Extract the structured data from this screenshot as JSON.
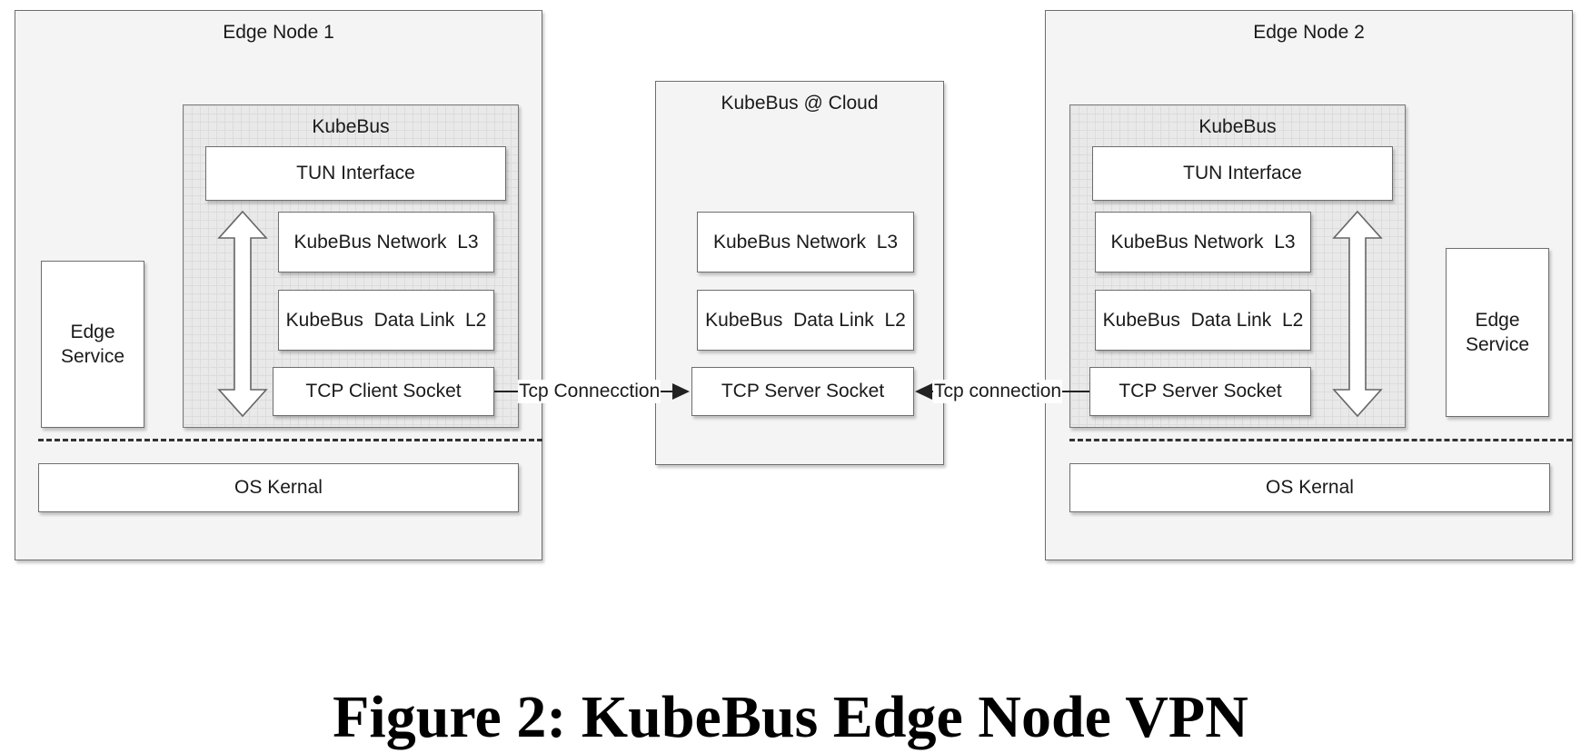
{
  "left_node": {
    "title": "Edge Node 1",
    "edge_service": "Edge\nService",
    "kubebus": {
      "title": "KubeBus",
      "tun": "TUN Interface",
      "network": "KubeBus Network  L3",
      "datalink": "KubeBus  Data Link  L2",
      "socket": "TCP Client Socket"
    },
    "os": "OS Kernal"
  },
  "cloud": {
    "title": "KubeBus @ Cloud",
    "network": "KubeBus Network  L3",
    "datalink": "KubeBus  Data Link  L2",
    "socket": "TCP Server Socket"
  },
  "right_node": {
    "title": "Edge Node 2",
    "edge_service": "Edge\nService",
    "kubebus": {
      "title": "KubeBus",
      "tun": "TUN Interface",
      "network": "KubeBus Network  L3",
      "datalink": "KubeBus  Data Link  L2",
      "socket": "TCP Server Socket"
    },
    "os": "OS Kernal"
  },
  "connections": {
    "left": "Tcp Connecction",
    "right": "Tcp connection"
  },
  "caption": "Figure 2: KubeBus Edge Node VPN"
}
